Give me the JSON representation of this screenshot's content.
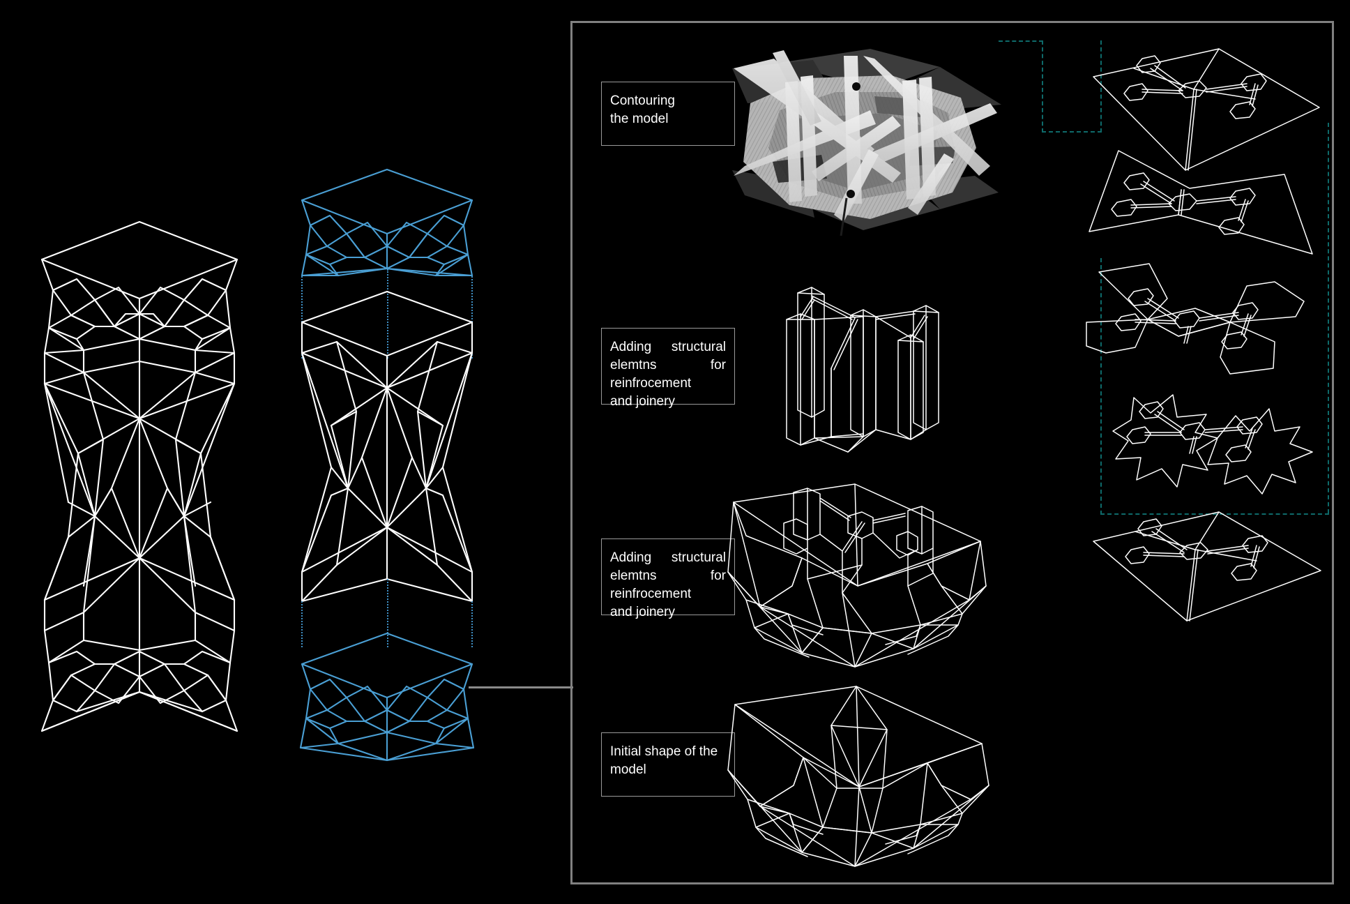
{
  "board": {
    "background_color": "#000000",
    "title": "Column assembly / contouring study board"
  },
  "colors": {
    "background": "#000000",
    "wireframe_white": "#ffffff",
    "wireframe_blue": "#4a9fd4",
    "connector_teal": "#0e6a6a",
    "panel_border_grey": "#808080",
    "leader_line_grey": "#8a8a8a",
    "render_grey_light": "#d8d8d8",
    "render_grey_mid": "#9a9a9a",
    "render_grey_dark": "#3a3a3a"
  },
  "left_area": {
    "assembled_column": {
      "name": "assembled-column",
      "color": "#ffffff",
      "description": "Full faceted column shown assembled"
    },
    "exploded_column": {
      "name": "exploded-column",
      "body_color": "#ffffff",
      "cap_color": "#4a9fd4",
      "description": "Same column exploded into top cap, shaft and bottom cap"
    }
  },
  "panel": {
    "steps": [
      {
        "id": "contouring",
        "caption_lines": [
          "Contouring",
          "the model"
        ],
        "caption_text": "Contouring the model",
        "figure_name": "contoured-render"
      },
      {
        "id": "structural-elements-detail",
        "caption_lines": [
          "Adding  structural",
          "elemtns             for",
          "reinfrocement",
          "and joinery"
        ],
        "caption_text": "Adding structural elemtns for reinfrocement and joinery",
        "figure_name": "structural-elements-detail"
      },
      {
        "id": "structural-elements-assembly",
        "caption_lines": [
          "Adding  structural",
          "elemtns             for",
          "reinfrocement",
          "and joinery"
        ],
        "caption_text": "Adding structural elemtns for reinfrocement and joinery",
        "figure_name": "structural-elements-assembly"
      },
      {
        "id": "initial-shape",
        "caption_lines": [
          "Initial shape of the",
          "model"
        ],
        "caption_text": "Initial shape of the model",
        "figure_name": "initial-shape-model"
      }
    ],
    "joint_plates": [
      {
        "id": "plate-1",
        "shape": "parallelogram",
        "node_count": 5
      },
      {
        "id": "plate-2",
        "shape": "bowtie",
        "node_count": 5
      },
      {
        "id": "plate-3",
        "shape": "pinwheel-cluster",
        "node_count": 5
      },
      {
        "id": "plate-4",
        "shape": "star-cluster",
        "node_count": 5
      },
      {
        "id": "plate-5",
        "shape": "parallelogram",
        "node_count": 5
      }
    ]
  }
}
